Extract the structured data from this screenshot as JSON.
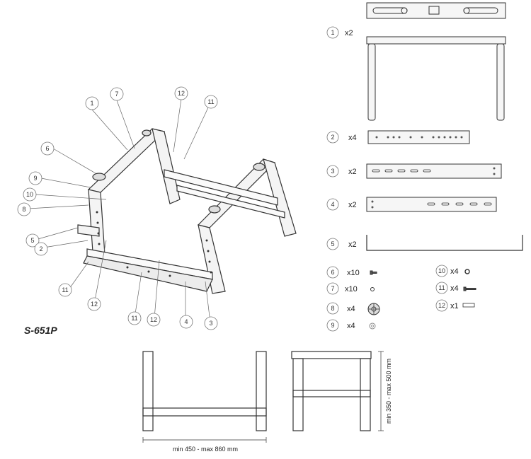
{
  "model": "S-651P",
  "assembly_callouts": [
    "1",
    "7",
    "12",
    "11",
    "6",
    "9",
    "10",
    "8",
    "5",
    "2",
    "11",
    "12",
    "11",
    "12",
    "4",
    "3"
  ],
  "parts": [
    {
      "num": "1",
      "qty": "x2"
    },
    {
      "num": "2",
      "qty": "x4"
    },
    {
      "num": "3",
      "qty": "x2"
    },
    {
      "num": "4",
      "qty": "x2"
    },
    {
      "num": "5",
      "qty": "x2"
    },
    {
      "num": "6",
      "qty": "x10"
    },
    {
      "num": "7",
      "qty": "x10"
    },
    {
      "num": "8",
      "qty": "x4"
    },
    {
      "num": "9",
      "qty": "x4"
    },
    {
      "num": "10",
      "qty": "x4"
    },
    {
      "num": "11",
      "qty": "x4"
    },
    {
      "num": "12",
      "qty": "x1"
    }
  ],
  "dimensions": {
    "width": "min 450 - max 860 mm",
    "height": "min 350 - max 500 mm"
  }
}
